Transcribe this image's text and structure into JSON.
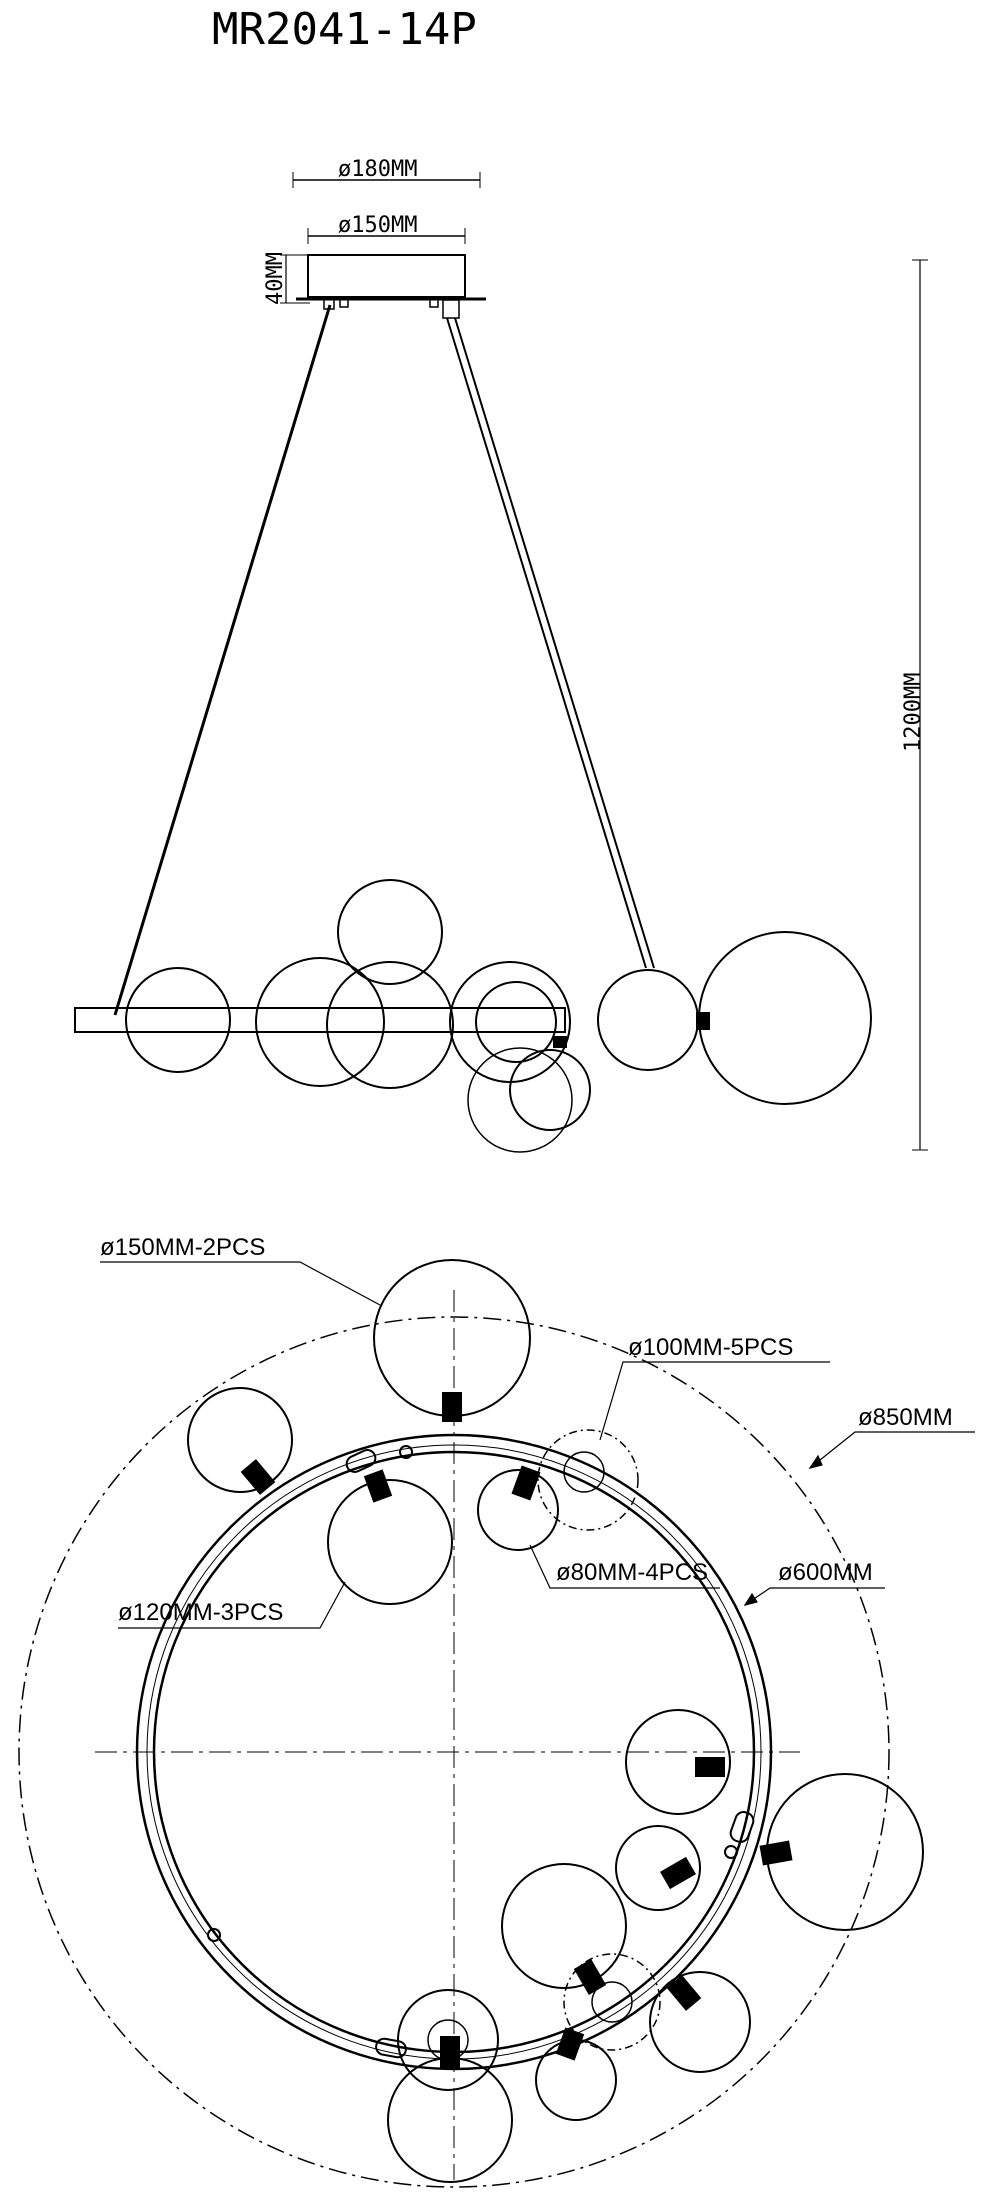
{
  "title": "MR2041-14P",
  "side_view": {
    "dims": {
      "canopy_outer": "ø180MM",
      "canopy_inner": "ø150MM",
      "canopy_height": "40MM",
      "overall_height": "1200MM"
    }
  },
  "top_view": {
    "callouts": {
      "globe_150": "ø150MM-2PCS",
      "globe_100": "ø100MM-5PCS",
      "outer_circle": "ø850MM",
      "globe_80": "ø80MM-4PCS",
      "ring": "ø600MM",
      "globe_120": "ø120MM-3PCS"
    }
  }
}
